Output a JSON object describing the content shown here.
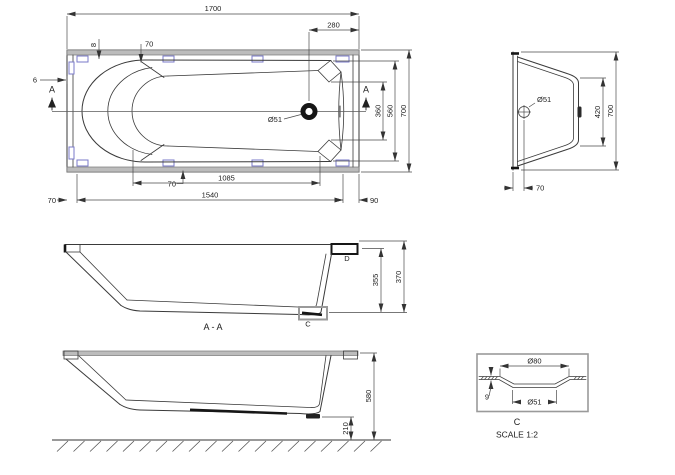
{
  "plan": {
    "dim_total_length": "1700",
    "dim_drain_to_end": "280",
    "dim_pad_top": "70",
    "dim_rim_lip": "8",
    "dim_rim_edge": "6",
    "section_arrow_left": "A",
    "section_arrow_right": "A",
    "drain_label": "Ø51",
    "dim_drain_width_pos": "360",
    "dim_opening_end_width": "560",
    "dim_total_width": "700",
    "dim_pad_bottom": "70",
    "dim_floor_length": "1085",
    "dim_pads_span": "1540",
    "dim_end_margin_left": "70",
    "dim_end_margin_right": "90"
  },
  "end_view": {
    "drain_label": "Ø51",
    "dim_floor_width": "420",
    "dim_total_width": "700",
    "dim_drain_offset": "70"
  },
  "section_aa": {
    "title": "A - A",
    "detail_d": "D",
    "detail_c": "C",
    "dim_inner_depth": "355",
    "dim_total_height": "370"
  },
  "side_view": {
    "dim_total_height": "580",
    "dim_clearance": "210"
  },
  "detail_c": {
    "dim_flange": "Ø80",
    "dim_hole": "Ø51",
    "dim_depth": "9",
    "title": "C",
    "scale": "SCALE 1:2"
  },
  "colors": {
    "line": "#3a3a3a",
    "rim_fill": "#bcbcbc",
    "pad_stroke": "#7a7ac8",
    "detail_box": "#9a9a9a",
    "drain_fill": "#161616"
  }
}
